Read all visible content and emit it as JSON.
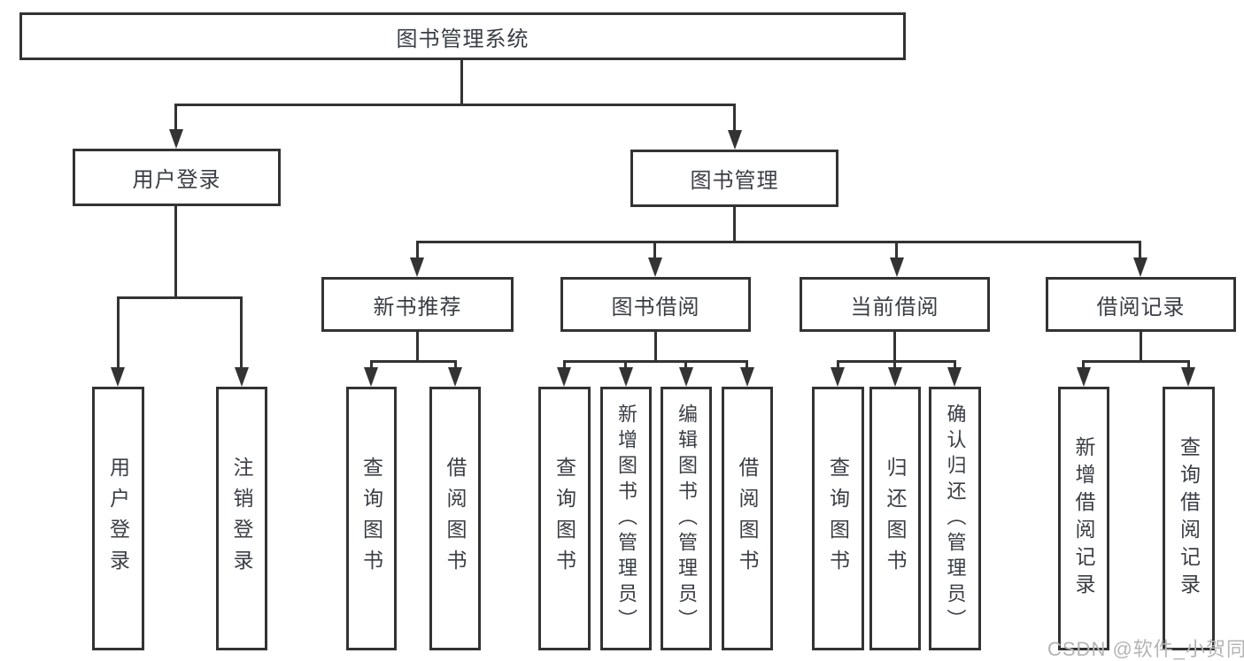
{
  "diagram": {
    "root": {
      "label": "图书管理系统"
    },
    "branches": [
      {
        "label": "用户登录",
        "children": [
          {
            "label": "用户登录"
          },
          {
            "label": "注销登录"
          }
        ]
      },
      {
        "label": "图书管理",
        "sections": [
          {
            "label": "新书推荐",
            "children": [
              {
                "label": "查询图书"
              },
              {
                "label": "借阅图书"
              }
            ]
          },
          {
            "label": "图书借阅",
            "children": [
              {
                "label": "查询图书"
              },
              {
                "label": "新增图书（管理员）"
              },
              {
                "label": "编辑图书（管理员）"
              },
              {
                "label": "借阅图书"
              }
            ]
          },
          {
            "label": "当前借阅",
            "children": [
              {
                "label": "查询图书"
              },
              {
                "label": "归还图书"
              },
              {
                "label": "确认归还（管理员）"
              }
            ]
          },
          {
            "label": "借阅记录",
            "children": [
              {
                "label": "新增借阅记录"
              },
              {
                "label": "查询借阅记录"
              }
            ]
          }
        ]
      }
    ],
    "watermark": {
      "text": "CSDN @软件_小贺同学"
    },
    "colors": {
      "line": "#333333",
      "text": "#3a3e44",
      "background": "#ffffff",
      "watermark": "#b4b4b4"
    }
  }
}
